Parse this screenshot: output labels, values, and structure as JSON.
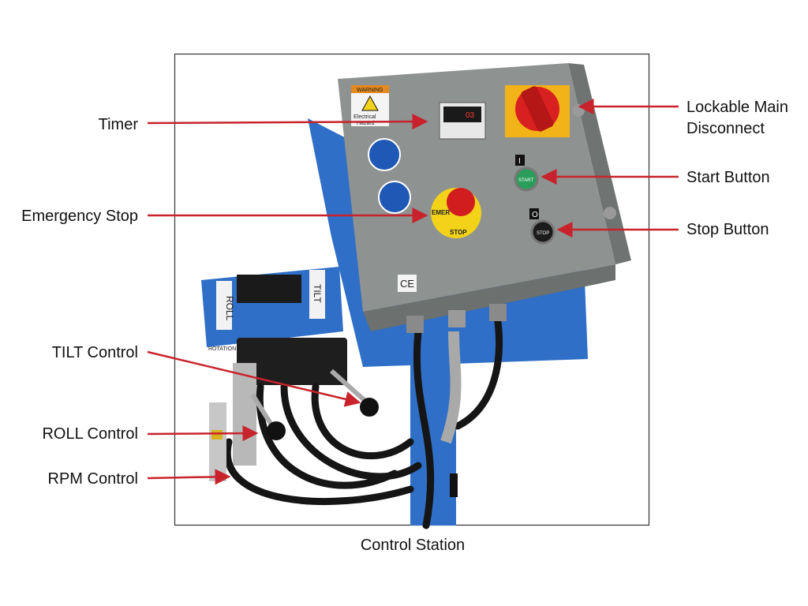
{
  "caption": "Control Station",
  "colors": {
    "arrow": "#c8232c",
    "column": "#2f6fc7",
    "enclosure": "#8e9290",
    "frame": "#333333"
  },
  "labels": {
    "timer": "Timer",
    "emergency_stop": "Emergency Stop",
    "tilt_control": "TILT Control",
    "roll_control": "ROLL Control",
    "rpm_control": "RPM Control",
    "main_disconnect_line1": "Lockable Main",
    "main_disconnect_line2": "Disconnect",
    "start_button": "Start Button",
    "stop_button": "Stop Button"
  },
  "photo_text": {
    "warning": "WARNING",
    "electrical": "Electrical",
    "hazard": "Hazard",
    "emergency": "EMER",
    "stop": "STOP",
    "start": "START",
    "on_symbol": "I",
    "off_symbol": "O",
    "ce_mark": "CE",
    "roll": "ROLL",
    "tilt": "TILT",
    "rotation": "ROTATION S",
    "timer_display": "03"
  }
}
